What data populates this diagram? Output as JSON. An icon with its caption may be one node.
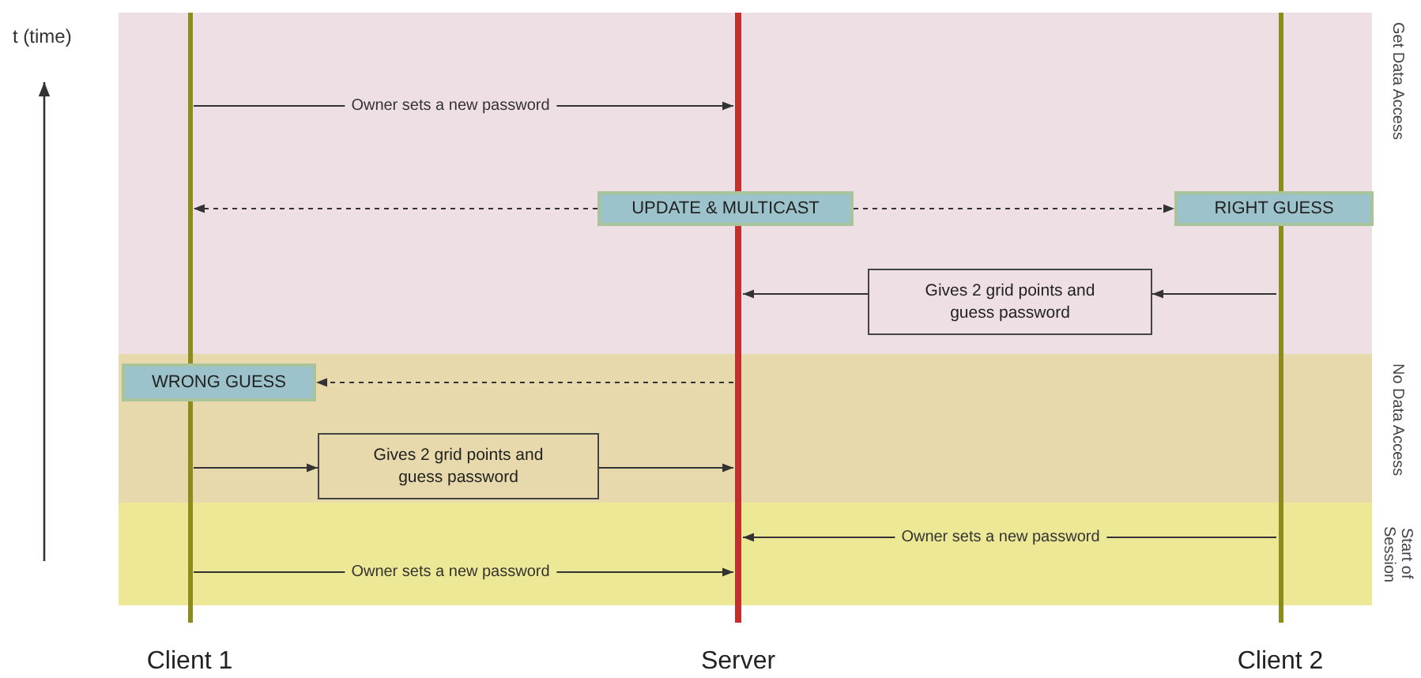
{
  "diagram": {
    "nodes": [
      {
        "text": [
          "Client 1"
        ]
      },
      {
        "text": [
          "Server"
        ]
      },
      {
        "text": [
          "Client 2"
        ]
      },
      {
        "text": [
          "UPDATE & MULTICAST"
        ]
      },
      {
        "text": [
          "RIGHT GUESS"
        ]
      },
      {
        "text": [
          "Gives 2 grid points and guess password"
        ]
      },
      {
        "text": [
          "WRONG GUESS"
        ]
      },
      {
        "text": [
          "Gives 2 grid points and guess password"
        ]
      }
    ],
    "edges": [
      {
        "from": 0,
        "to": 1,
        "arrow": "to",
        "label": "Owner sets a new password"
      },
      {
        "from": 3,
        "to": 0,
        "arrow": "to",
        "style": "dashed"
      },
      {
        "from": 3,
        "to": 4,
        "arrow": "to",
        "style": "dashed"
      },
      {
        "from": 2,
        "to": 5,
        "arrow": "to"
      },
      {
        "from": 5,
        "to": 1,
        "arrow": "to"
      },
      {
        "from": 1,
        "to": 6,
        "arrow": "to",
        "style": "dashed"
      },
      {
        "from": 0,
        "to": 7,
        "arrow": "to"
      },
      {
        "from": 7,
        "to": 1,
        "arrow": "to"
      },
      {
        "from": 2,
        "to": 1,
        "arrow": "to",
        "label": "Owner sets a new password"
      },
      {
        "from": 0,
        "to": 1,
        "arrow": "to",
        "label": "Owner sets a new password"
      }
    ],
    "labels": [
      "t (time)",
      "Get Data Access",
      "No Data Access",
      "Start of Session"
    ]
  }
}
